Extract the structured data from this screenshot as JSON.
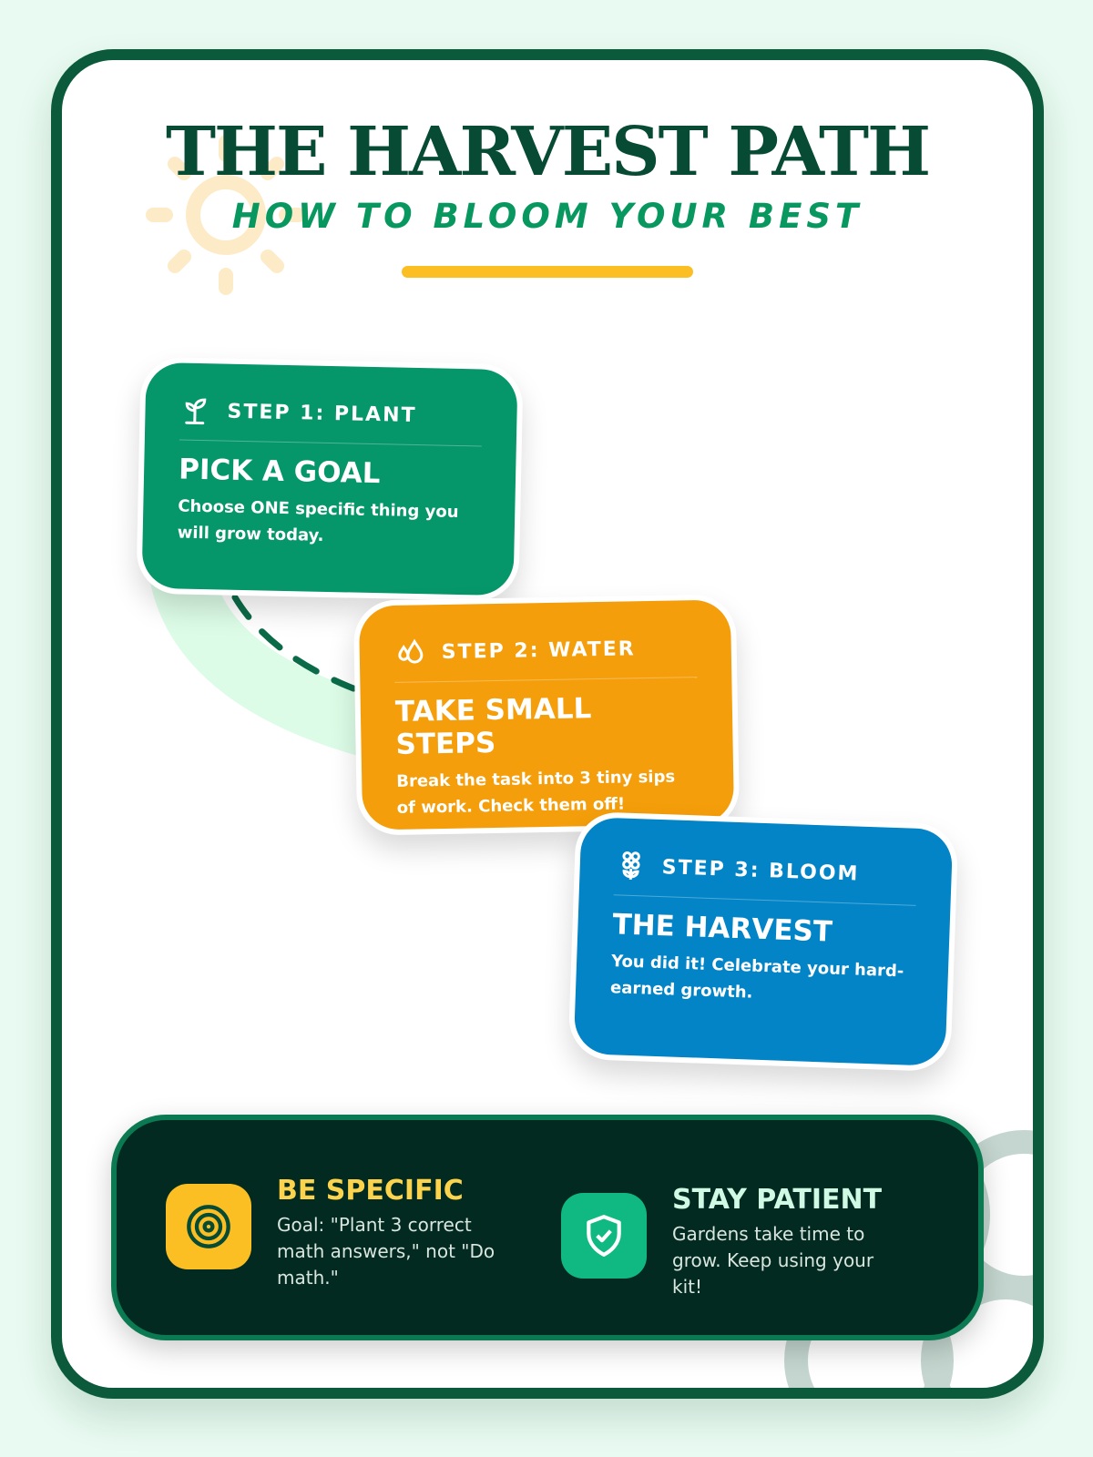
{
  "header": {
    "title": "THE HARVEST PATH",
    "subtitle": "HOW TO BLOOM YOUR BEST"
  },
  "steps": [
    {
      "label": "STEP 1: PLANT",
      "heading": "PICK A GOAL",
      "description": "Choose ONE specific thing you will grow today.",
      "icon": "sprout-icon",
      "color": "#059669"
    },
    {
      "label": "STEP 2: WATER",
      "heading": "TAKE SMALL STEPS",
      "description": "Break the task into 3 tiny sips of work. Check them off!",
      "icon": "droplets-icon",
      "color": "#f59e0b"
    },
    {
      "label": "STEP 3: BLOOM",
      "heading": "THE HARVEST",
      "description": "You did it! Celebrate your hard-earned growth.",
      "icon": "flower-icon",
      "color": "#0284c7"
    }
  ],
  "tips": [
    {
      "title": "BE SPECIFIC",
      "text": "Goal: \"Plant 3 correct math answers,\" not \"Do math.\"",
      "icon": "target-icon",
      "color": "#fbbf24"
    },
    {
      "title": "STAY PATIENT",
      "text": "Gardens take time to grow. Keep using your kit!",
      "icon": "shield-check-icon",
      "color": "#10b981"
    }
  ]
}
